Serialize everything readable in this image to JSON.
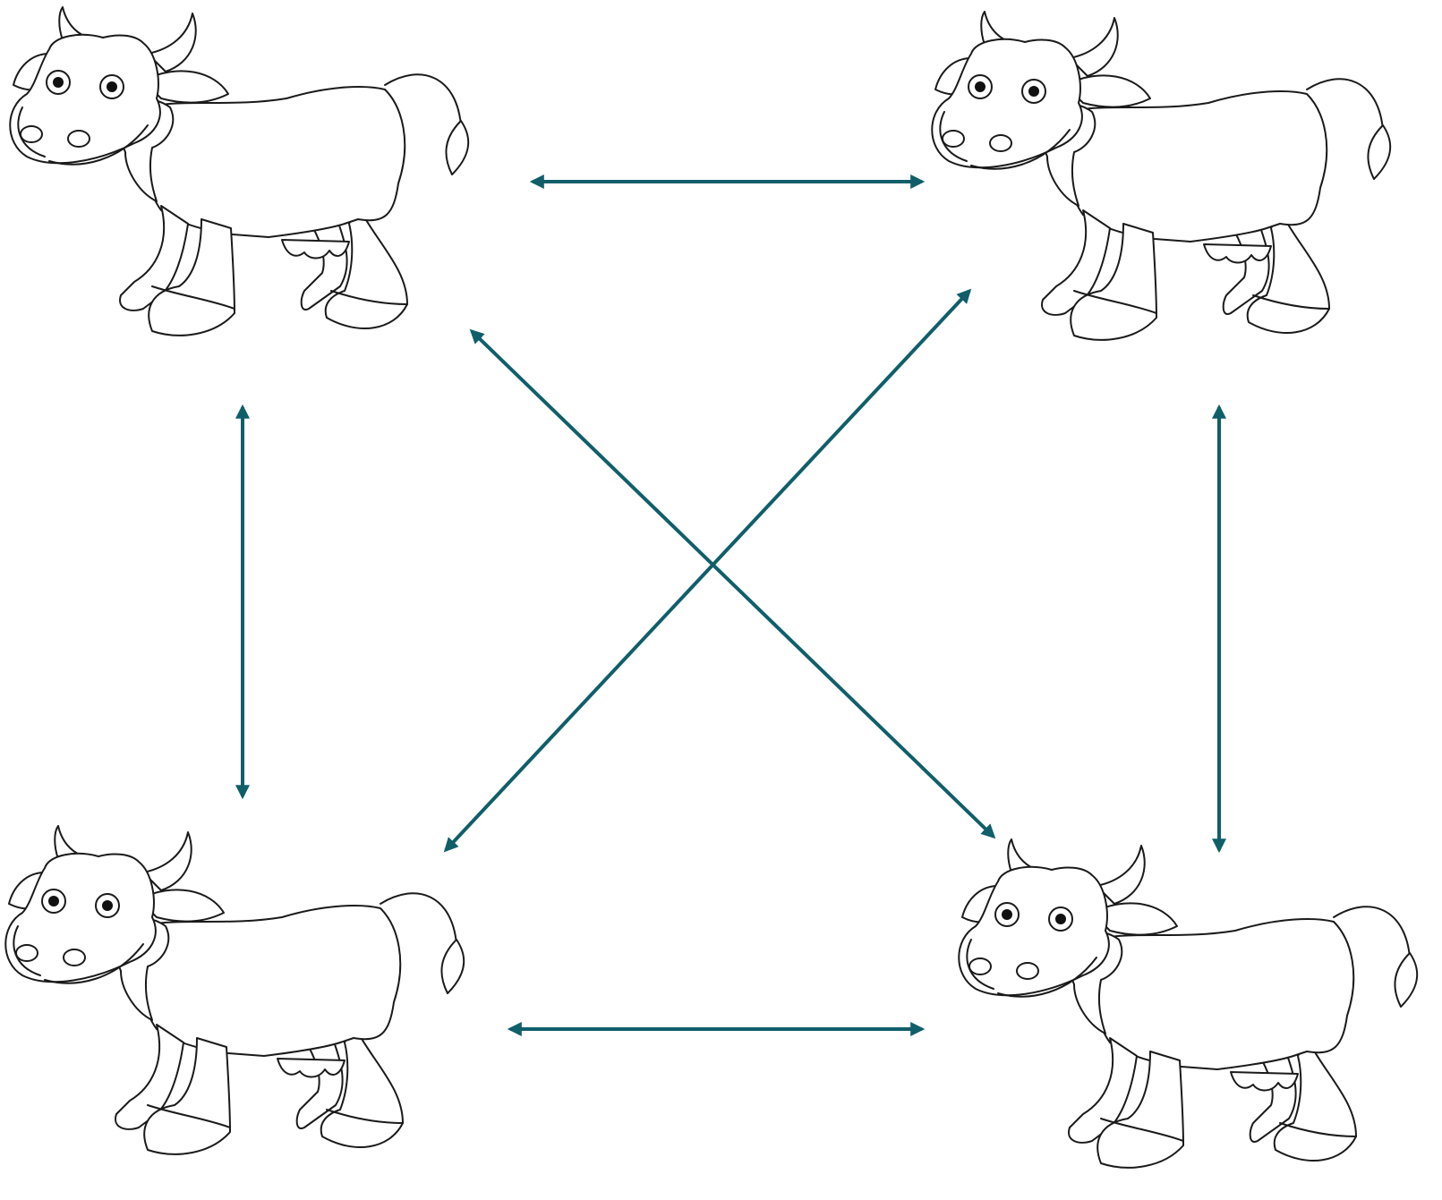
{
  "diagram": {
    "nodes": [
      {
        "id": "cow-top-left",
        "icon": "cow-icon"
      },
      {
        "id": "cow-top-right",
        "icon": "cow-icon"
      },
      {
        "id": "cow-bottom-left",
        "icon": "cow-icon"
      },
      {
        "id": "cow-bottom-right",
        "icon": "cow-icon"
      }
    ],
    "edges": [
      {
        "from": "cow-top-left",
        "to": "cow-top-right",
        "direction": "bidirectional"
      },
      {
        "from": "cow-bottom-left",
        "to": "cow-bottom-right",
        "direction": "bidirectional"
      },
      {
        "from": "cow-top-left",
        "to": "cow-bottom-left",
        "direction": "bidirectional"
      },
      {
        "from": "cow-top-right",
        "to": "cow-bottom-right",
        "direction": "bidirectional"
      },
      {
        "from": "cow-top-left",
        "to": "cow-bottom-right",
        "direction": "bidirectional"
      },
      {
        "from": "cow-top-right",
        "to": "cow-bottom-left",
        "direction": "bidirectional"
      }
    ],
    "colors": {
      "arrow": "#0f5f6a",
      "outline": "#1a1a1a",
      "background": "#ffffff"
    }
  }
}
